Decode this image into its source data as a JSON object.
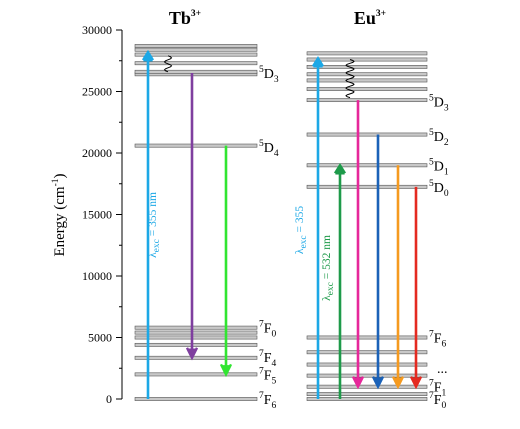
{
  "axis": {
    "ylabel_main": "Energy (cm",
    "ylabel_sup": "-1",
    "ylabel_end": ")",
    "ticks": [
      0,
      5000,
      10000,
      15000,
      20000,
      25000,
      30000
    ],
    "tick_labels": [
      "0",
      "5000",
      "10000",
      "15000",
      "20000",
      "25000",
      "30000"
    ],
    "ylim": [
      0,
      30000
    ]
  },
  "tb": {
    "title_main": "Tb",
    "title_sup": "3+",
    "levels": [
      0,
      2000,
      3350,
      4400,
      5000,
      5400,
      5800,
      20600,
      26400,
      26600,
      27300,
      28000,
      28400,
      28700
    ],
    "labels": [
      {
        "sup": "5",
        "main": "D",
        "sub": "3",
        "energy": 26500
      },
      {
        "sup": "5",
        "main": "D",
        "sub": "4",
        "energy": 20500
      },
      {
        "sup": "7",
        "main": "F",
        "sub": "0",
        "energy": 5800
      },
      {
        "sup": "7",
        "main": "F",
        "sub": "4",
        "energy": 3400
      },
      {
        "sup": "7",
        "main": "F",
        "sub": "5",
        "energy": 2000
      },
      {
        "sup": "7",
        "main": "F",
        "sub": "6",
        "energy": 0
      }
    ],
    "excitation": {
      "text": "λ",
      "sub": "exc",
      "rest": " = 355 nm",
      "from": 0,
      "to": 28200,
      "color": "#1ca8e6"
    },
    "emissions": [
      {
        "from": 26500,
        "to": 3350,
        "color": "#7f3f9f"
      },
      {
        "from": 20600,
        "to": 2000,
        "color": "#31e531"
      }
    ],
    "relaxation": {
      "from": 27900,
      "to": 26600
    }
  },
  "eu": {
    "title_main": "Eu",
    "title_sup": "3+",
    "levels": [
      0,
      400,
      1000,
      1900,
      2800,
      3800,
      5000,
      17250,
      19000,
      21500,
      24300,
      25200,
      25900,
      26400,
      27000,
      27600,
      28100
    ],
    "labels": [
      {
        "sup": "5",
        "main": "D",
        "sub": "3",
        "energy": 24200
      },
      {
        "sup": "5",
        "main": "D",
        "sub": "2",
        "energy": 21400
      },
      {
        "sup": "5",
        "main": "D",
        "sub": "1",
        "energy": 19000
      },
      {
        "sup": "5",
        "main": "D",
        "sub": "0",
        "energy": 17250
      },
      {
        "sup": "7",
        "main": "F",
        "sub": "6",
        "energy": 5000
      },
      {
        "sup": "7",
        "main": "F",
        "sub": "1",
        "energy": 1000
      },
      {
        "sup": "7",
        "main": "F",
        "sub": "0",
        "energy": 0
      }
    ],
    "dots": "...",
    "excitation_355": {
      "text": "λ",
      "sub": "exc",
      "rest": " = 355",
      "from": 0,
      "to": 27700,
      "color": "#1ca8e6"
    },
    "excitation_532": {
      "text": "λ",
      "sub": "exc",
      "rest": " = 532 nm",
      "from": 0,
      "to": 19000,
      "color": "#1e9a4a"
    },
    "emissions": [
      {
        "from": 24300,
        "to": 1000,
        "color": "#e6279a"
      },
      {
        "from": 21500,
        "to": 1000,
        "color": "#1b62b8"
      },
      {
        "from": 19000,
        "to": 1000,
        "color": "#f59a1f"
      },
      {
        "from": 17250,
        "to": 1000,
        "color": "#e42a21"
      }
    ],
    "relaxation": {
      "from": 27600,
      "to": 24500
    }
  }
}
